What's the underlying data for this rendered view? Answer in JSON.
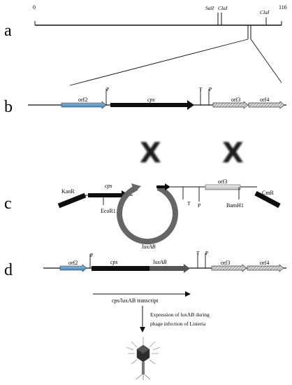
{
  "panels": {
    "a": "a",
    "b": "b",
    "c": "c",
    "d": "d"
  },
  "panel_a": {
    "start": "0",
    "end": "116",
    "sali": "SalI",
    "clai_1": "ClaI",
    "clai_2": "ClaI"
  },
  "panel_b": {
    "orf2": "orf2",
    "cps": "cps",
    "orf3": "orf3",
    "orf4": "orf4",
    "p1": "P",
    "t1": "T",
    "p2": "P"
  },
  "crossover": {
    "x1": "X",
    "x2": "X"
  },
  "panel_c": {
    "kanr": "KanR",
    "cps": "cps",
    "ecori": "EcoR1",
    "orf3": "orf3",
    "t": "T",
    "p": "P",
    "bamhi": "BamH1",
    "cmr": "CmR",
    "luxab": "luxAB"
  },
  "panel_d": {
    "orf2": "orf2",
    "cps": "cps",
    "luxab": "luxAB",
    "orf3": "orf3",
    "orf4": "orf4",
    "p1": "P",
    "t1": "T",
    "p2": "P",
    "transcript": "cps/luxAB transcript",
    "expression_line1": "Expression of luxAB during",
    "expression_line2": "phage infection of Listeria"
  },
  "colors": {
    "orf2_blue": "#5b9bc7",
    "dark": "#111111",
    "hatched_grey": "#9a9a9a",
    "ring_grey": "#666666"
  }
}
